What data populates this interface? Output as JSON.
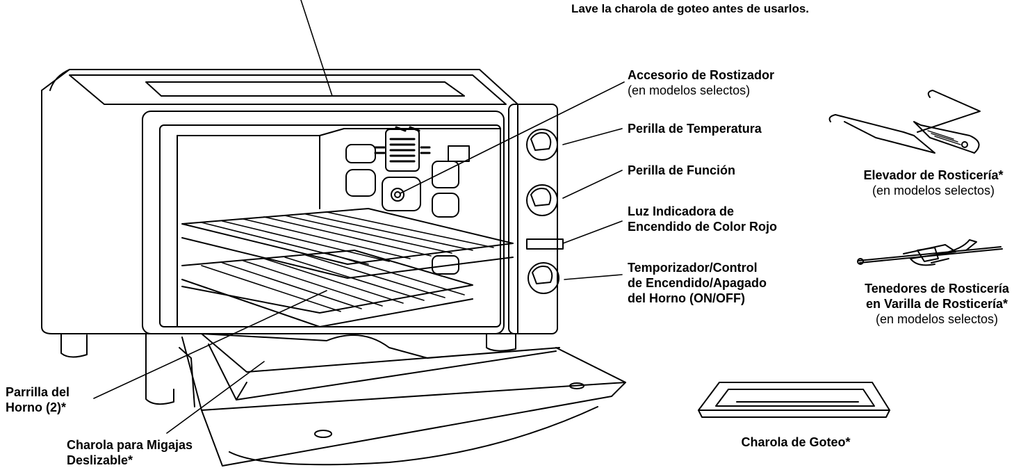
{
  "top_note": "Lave la charola de goteo antes de usarlos.",
  "callouts": {
    "rotisserie_accessory": {
      "title": "Accesorio de Rostizador",
      "note": "(en modelos selectos)"
    },
    "temperature_knob": {
      "title": "Perilla de Temperatura"
    },
    "function_knob": {
      "title": "Perilla de Función"
    },
    "indicator_light": {
      "line1": "Luz Indicadora de",
      "line2": "Encendido de Color Rojo"
    },
    "timer_control": {
      "line1": "Temporizador/Control",
      "line2": "de Encendido/Apagado",
      "line3": "del Horno (ON/OFF)"
    },
    "oven_rack": {
      "line1": "Parrilla del",
      "line2": "Horno (2)*"
    },
    "crumb_tray": {
      "line1": "Charola para Migajas",
      "line2": "Deslizable*"
    }
  },
  "accessories": {
    "rotisserie_lifter": {
      "title": "Elevador de Rosticería*",
      "note": "(en modelos selectos)"
    },
    "rotisserie_forks": {
      "line1": "Tenedores de Rosticería",
      "line2": "en Varilla de Rosticería*",
      "note": "(en modelos selectos)"
    },
    "drip_tray": {
      "title": "Charola de Goteo*"
    }
  }
}
